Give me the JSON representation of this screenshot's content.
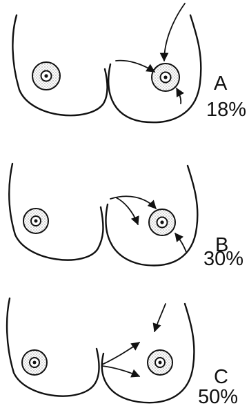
{
  "panels": [
    {
      "letter": "A",
      "percent": "18%"
    },
    {
      "letter": "B",
      "percent": "30%"
    },
    {
      "letter": "C",
      "percent": "50%"
    }
  ]
}
